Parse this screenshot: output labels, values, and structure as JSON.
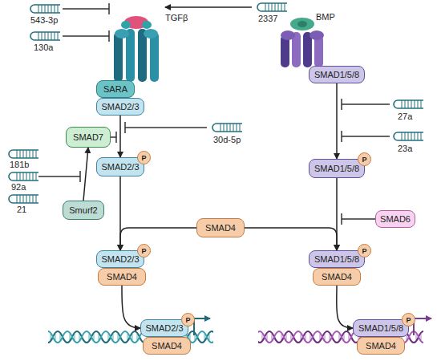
{
  "diagram": {
    "nodes": [
      {
        "text": [
          "SARA"
        ]
      },
      {
        "text": [
          "SMAD2/3"
        ]
      },
      {
        "text": [
          "SMAD1/5/8"
        ]
      },
      {
        "text": [
          "SMAD7"
        ]
      },
      {
        "text": [
          "SMAD2/3"
        ]
      },
      {
        "text": [
          "P"
        ],
        "in": 4
      },
      {
        "text": [
          "SMAD1/5/8"
        ]
      },
      {
        "text": [
          "P"
        ],
        "in": 6
      },
      {
        "text": [
          "Smurf2"
        ]
      },
      {
        "text": [
          "SMAD4"
        ]
      },
      {
        "text": [
          "SMAD6"
        ]
      },
      {
        "text": [
          "SMAD2/3"
        ]
      },
      {
        "text": [
          "P"
        ],
        "in": 11
      },
      {
        "text": [
          "SMAD4"
        ]
      },
      {
        "text": [
          "SMAD1/5/8"
        ]
      },
      {
        "text": [
          "P"
        ],
        "in": 14
      },
      {
        "text": [
          "SMAD4"
        ]
      },
      {
        "text": [
          "SMAD2/3"
        ]
      },
      {
        "text": [
          "P"
        ],
        "in": 17
      },
      {
        "text": [
          "SMAD4"
        ]
      },
      {
        "text": [
          "SMAD1/5/8"
        ]
      },
      {
        "text": [
          "P"
        ],
        "in": 20
      },
      {
        "text": [
          "SMAD4"
        ]
      }
    ],
    "edges": [
      {
        "from": 1,
        "to": 4,
        "arrow": "to"
      },
      {
        "from": 2,
        "to": 6,
        "arrow": "to"
      },
      {
        "from": 8,
        "to": 3,
        "arrow": "to"
      },
      {
        "from": 4,
        "to": 11,
        "arrow": "to"
      },
      {
        "from": 9,
        "to": 11,
        "arrow": "to"
      },
      {
        "from": 9,
        "to": 14,
        "arrow": "to"
      },
      {
        "from": 6,
        "to": 14,
        "arrow": "to"
      },
      {
        "from": 13,
        "to": 17,
        "arrow": "to"
      },
      {
        "from": 16,
        "to": 20,
        "arrow": "to"
      }
    ],
    "labels": [
      "543-3p",
      "TGFβ",
      "2337",
      "BMP",
      "130a",
      "27a",
      "23a",
      "30d-5p",
      "181b",
      "92a",
      "21"
    ]
  }
}
